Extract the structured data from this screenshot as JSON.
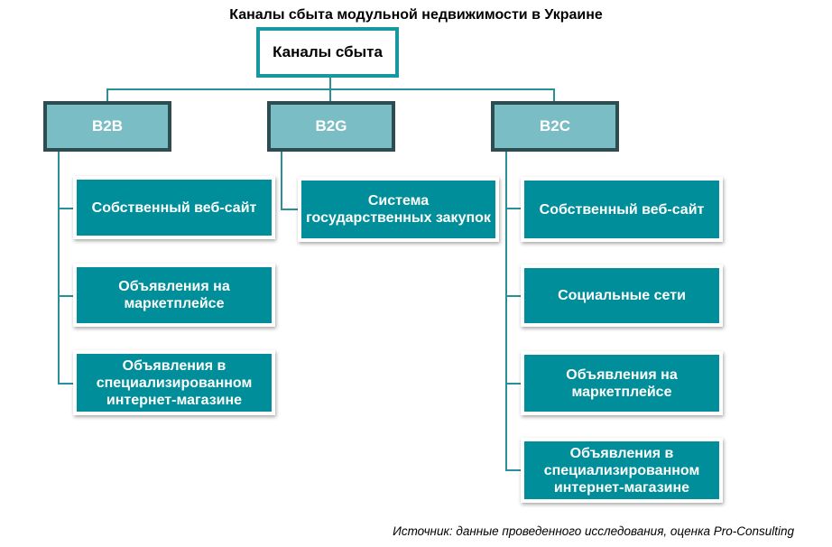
{
  "title": "Каналы сбыта модульной недвижимости в Украине",
  "root": "Каналы сбыта",
  "categories": [
    {
      "label": "B2B",
      "items": [
        "Собственный веб-сайт",
        "Объявления на маркетплейсе",
        "Объявления в специализированном интернет-магазине"
      ]
    },
    {
      "label": "B2G",
      "items": [
        "Система государственных закупок"
      ]
    },
    {
      "label": "B2C",
      "items": [
        "Собственный веб-сайт",
        "Социальные сети",
        "Объявления на маркетплейсе",
        "Объявления в специализированном интернет-магазине"
      ]
    }
  ],
  "source": "Источник: данные проведенного исследования, оценка Pro-Consulting",
  "colors": {
    "leaf": "#008f9a",
    "category": "#7bbdc4",
    "category_border": "#2e4d50",
    "root_border": "#1797a0"
  }
}
